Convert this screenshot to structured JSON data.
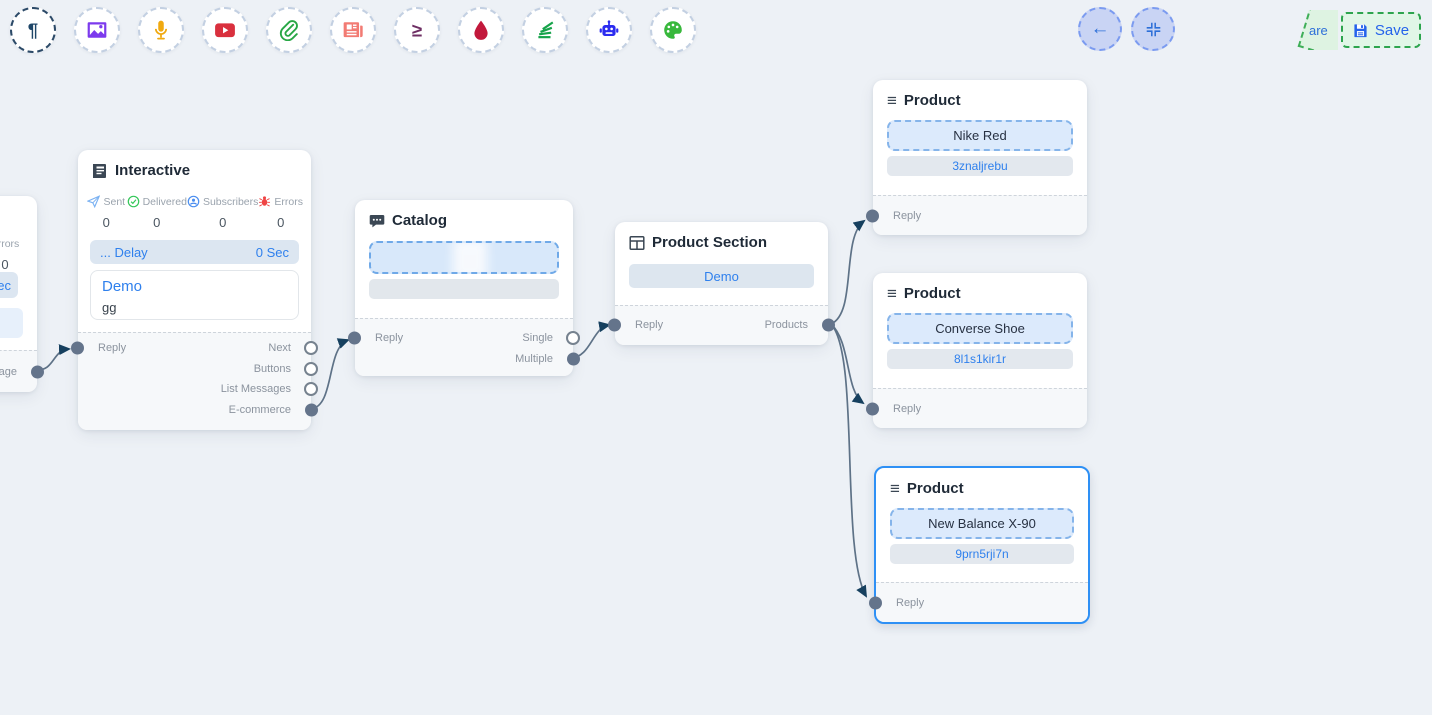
{
  "colors": {
    "canvas_bg": "#edf1f6",
    "accent_blue": "#2f80ed",
    "edge_stroke": "#5e7287",
    "arrowhead": "#16405f",
    "handle_filled": "#64748b",
    "save_green_border": "#2da44e",
    "selected_node_border": "#2e90f5"
  },
  "toolbar": {
    "buttons": [
      {
        "name": "text-block",
        "icon": "pilcrow-icon",
        "color": "#1e4668",
        "glyph": "¶"
      },
      {
        "name": "image-block",
        "icon": "image-icon",
        "color": "#7c3aed"
      },
      {
        "name": "audio-block",
        "icon": "microphone-icon",
        "color": "#f0a90f"
      },
      {
        "name": "video-block",
        "icon": "youtube-icon",
        "color": "#d9303e"
      },
      {
        "name": "attachment-block",
        "icon": "paperclip-icon",
        "color": "#28a745"
      },
      {
        "name": "news-block",
        "icon": "newspaper-icon",
        "color": "#f27b73"
      },
      {
        "name": "condition-block",
        "icon": "greater-equal-icon",
        "color": "#6d2e63",
        "glyph": "≥"
      },
      {
        "name": "drip-block",
        "icon": "droplet-icon",
        "color": "#c2183b"
      },
      {
        "name": "sequence-block",
        "icon": "stack-icon",
        "color": "#16a34a"
      },
      {
        "name": "bot-block",
        "icon": "robot-icon",
        "color": "#2b2bf0"
      },
      {
        "name": "theme-block",
        "icon": "palette-icon",
        "color": "#38b83c"
      }
    ]
  },
  "header_actions": {
    "back_glyph": "←",
    "share_partial": "are",
    "save_label": "Save"
  },
  "nodes": {
    "partial": {
      "errors_label": "Errors",
      "errors_value": "0",
      "sec_label": "Sec",
      "footer_label": "essage"
    },
    "interactive": {
      "title": "Interactive",
      "stats": [
        {
          "label": "Sent",
          "value": "0"
        },
        {
          "label": "Delivered",
          "value": "0"
        },
        {
          "label": "Subscribers",
          "value": "0"
        },
        {
          "label": "Errors",
          "value": "0"
        }
      ],
      "delay_label": "... Delay",
      "delay_value": "0 Sec",
      "message_title": "Demo",
      "message_body": "gg",
      "reply_label": "Reply",
      "outputs": [
        "Next",
        "Buttons",
        "List Messages",
        "E-commerce"
      ]
    },
    "catalog": {
      "title": "Catalog",
      "reply_label": "Reply",
      "single_label": "Single",
      "multiple_label": "Multiple"
    },
    "product_section": {
      "title": "Product Section",
      "button_label": "Demo",
      "reply_label": "Reply",
      "products_label": "Products"
    },
    "products": [
      {
        "title": "Product",
        "glyph": "≡",
        "name": "Nike Red",
        "id": "3znaljrebu",
        "reply_label": "Reply"
      },
      {
        "title": "Product",
        "glyph": "≡",
        "name": "Converse Shoe",
        "id": "8l1s1kir1r",
        "reply_label": "Reply"
      },
      {
        "title": "Product",
        "glyph": "≡",
        "name": "New Balance X-90",
        "id": "9prn5rji7n",
        "reply_label": "Reply"
      }
    ]
  }
}
